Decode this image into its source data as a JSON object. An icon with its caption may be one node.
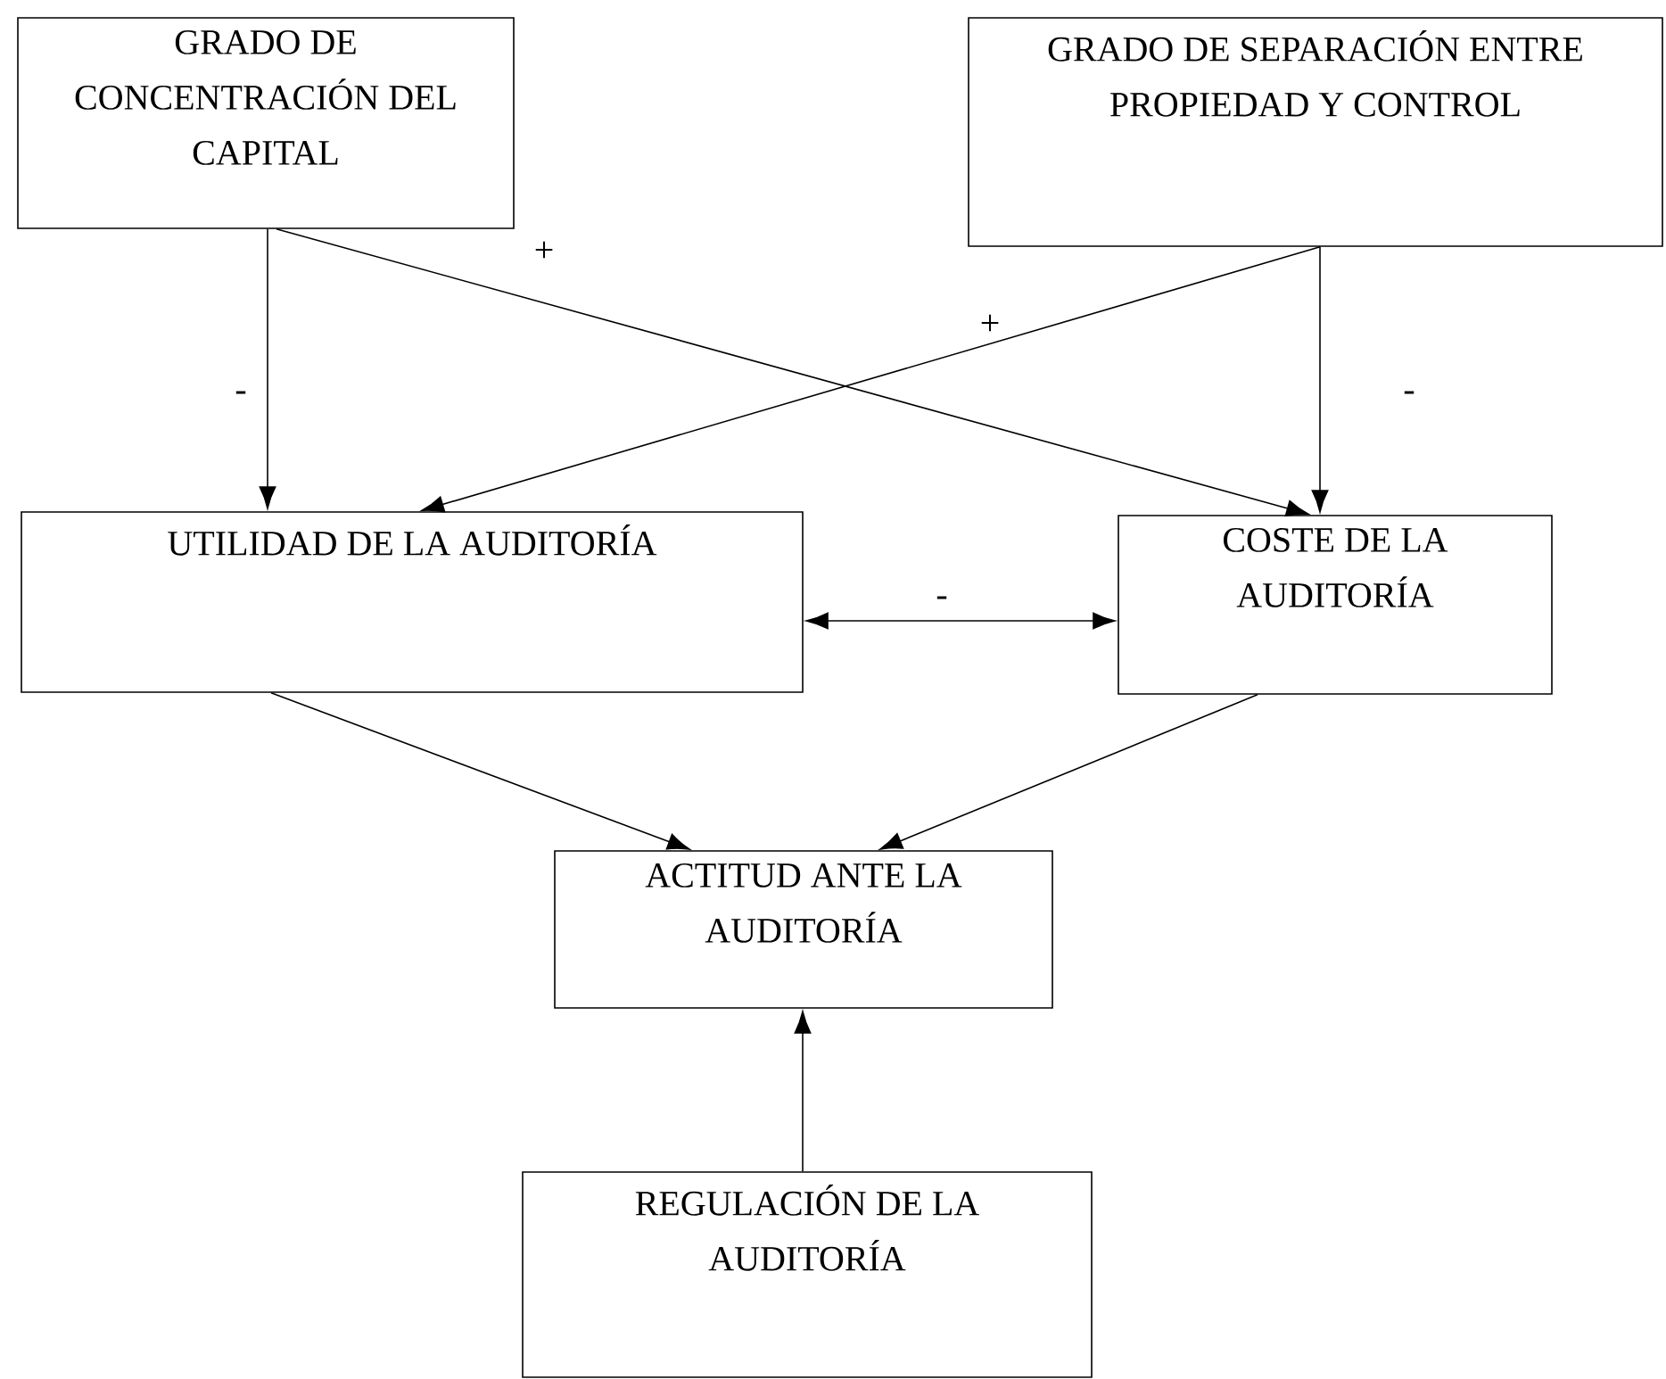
{
  "diagram": {
    "nodes": [
      {
        "text": [
          "GRADO DE CONCENTRACIÓN DEL CAPITAL"
        ]
      },
      {
        "text": [
          "GRADO DE SEPARACIÓN ENTRE PROPIEDAD Y CONTROL"
        ]
      },
      {
        "text": [
          "UTILIDAD DE LA AUDITORÍA"
        ]
      },
      {
        "text": [
          "COSTE DE LA AUDITORÍA"
        ]
      },
      {
        "text": [
          "ACTITUD ANTE LA AUDITORÍA"
        ]
      },
      {
        "text": [
          "REGULACIÓN DE LA AUDITORÍA"
        ]
      }
    ],
    "edges": [
      {
        "from": 0,
        "to": 2,
        "arrow": "to",
        "label": "-"
      },
      {
        "from": 0,
        "to": 3,
        "arrow": "to",
        "label": "+"
      },
      {
        "from": 1,
        "to": 2,
        "arrow": "to",
        "label": "+"
      },
      {
        "from": 1,
        "to": 3,
        "arrow": "to",
        "label": "-"
      },
      {
        "from": 2,
        "to": 3,
        "arrow": "both",
        "label": "-"
      },
      {
        "from": 2,
        "to": 4,
        "arrow": "to"
      },
      {
        "from": 3,
        "to": 4,
        "arrow": "to"
      },
      {
        "from": 5,
        "to": 4,
        "arrow": "to"
      }
    ]
  }
}
